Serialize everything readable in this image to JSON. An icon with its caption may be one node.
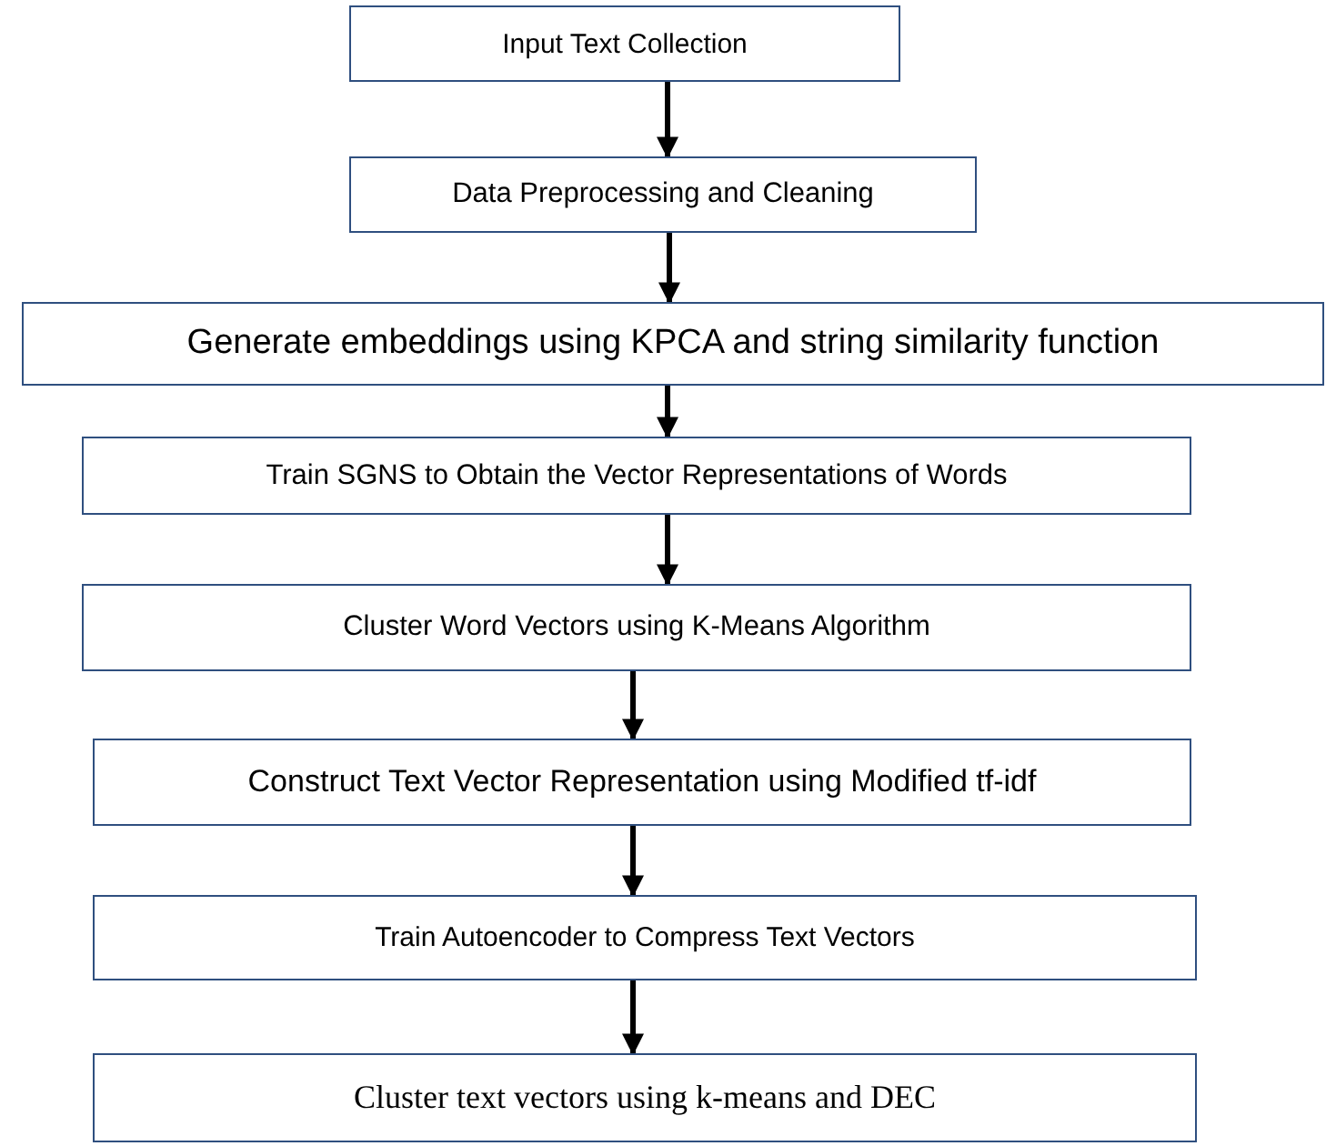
{
  "diagram": {
    "nodes": [
      {
        "text": [
          "Input Text Collection"
        ]
      },
      {
        "text": [
          "Data Preprocessing and Cleaning"
        ]
      },
      {
        "text": [
          "Generate embeddings using KPCA and string similarity function"
        ]
      },
      {
        "text": [
          "Train SGNS to Obtain the Vector Representations of Words"
        ]
      },
      {
        "text": [
          "Cluster Word Vectors using K-Means Algorithm"
        ]
      },
      {
        "text": [
          "Construct Text Vector Representation using Modified tf-idf"
        ]
      },
      {
        "text": [
          "Train Autoencoder to Compress Text Vectors"
        ]
      },
      {
        "text": [
          "Cluster text vectors using k-means and DEC"
        ]
      }
    ],
    "edges": [
      {
        "from": 0,
        "to": 1,
        "arrow": "to"
      },
      {
        "from": 1,
        "to": 2,
        "arrow": "to"
      },
      {
        "from": 2,
        "to": 3,
        "arrow": "to"
      },
      {
        "from": 3,
        "to": 4,
        "arrow": "to"
      },
      {
        "from": 4,
        "to": 5,
        "arrow": "to"
      },
      {
        "from": 5,
        "to": 6,
        "arrow": "to"
      },
      {
        "from": 6,
        "to": 7,
        "arrow": "to"
      }
    ]
  }
}
